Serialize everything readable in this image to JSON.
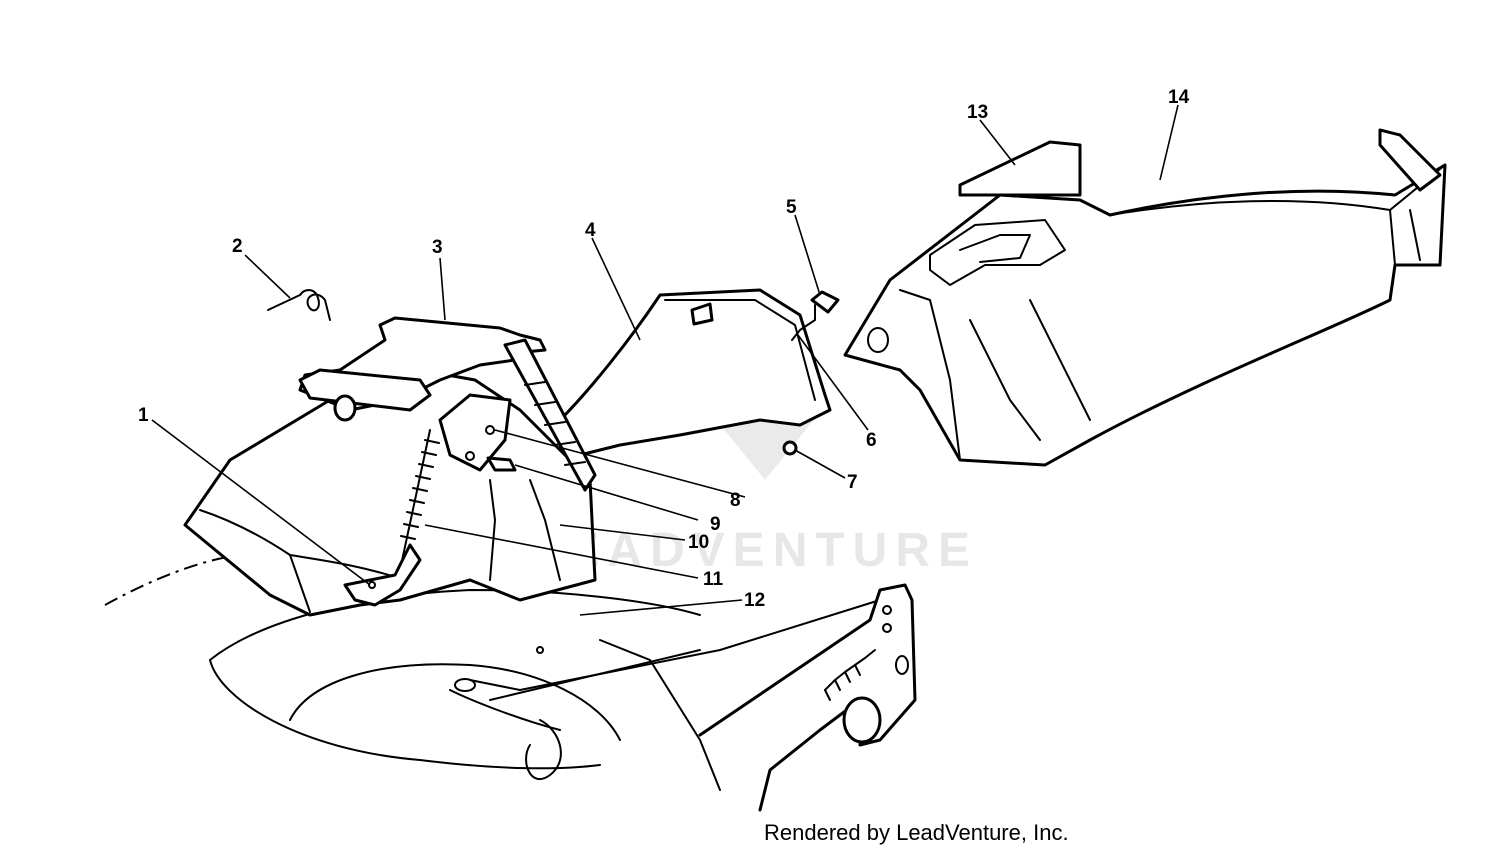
{
  "watermark": {
    "text": "LEADVENTURE",
    "logo_icon": "leadventure-flame-logo"
  },
  "credit": "Rendered by LeadVenture, Inc.",
  "callouts": [
    "1",
    "2",
    "3",
    "4",
    "5",
    "6",
    "7",
    "8",
    "9",
    "10",
    "11",
    "12",
    "13",
    "14"
  ],
  "colors": {
    "line": "#000000",
    "background": "#ffffff",
    "watermark": "#cccccc"
  }
}
